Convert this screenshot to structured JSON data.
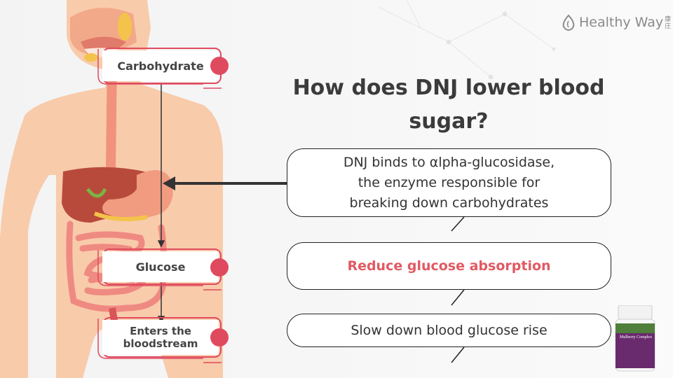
{
  "brand": {
    "name": "Healthy Way",
    "cjk": "康庄"
  },
  "title": "How does DNJ lower blood sugar?",
  "title_lines": [
    "How does DNJ lower blood",
    "sugar?"
  ],
  "labels": {
    "carbohydrate": "Carbohydrate",
    "glucose": "Glucose",
    "enters_line1": "Enters the",
    "enters_line2": "bloodstream"
  },
  "bubbles": {
    "b1_lines": [
      "DNJ binds to αlpha-glucosidase,",
      "the enzyme responsible for",
      "breaking down carbohydrates"
    ],
    "b2": "Reduce glucose absorption",
    "b3": "Slow down blood glucose rise"
  },
  "product": {
    "label": "Mulberry Complex"
  },
  "colors": {
    "accent": "#e04a5f",
    "highlight_text": "#e05a63",
    "skin": "#f7c9a8"
  }
}
